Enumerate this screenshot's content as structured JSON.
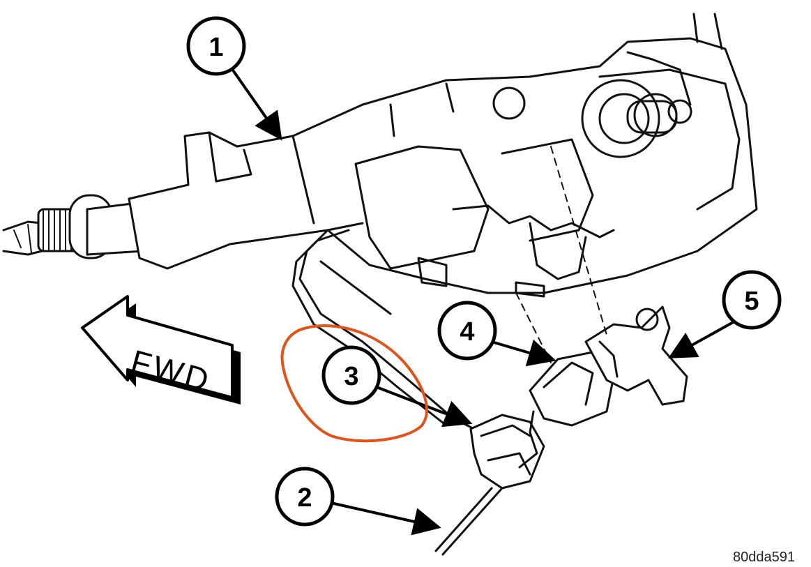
{
  "callouts": [
    {
      "label": "1"
    },
    {
      "label": "2"
    },
    {
      "label": "3"
    },
    {
      "label": "4"
    },
    {
      "label": "5"
    }
  ],
  "direction_label": "FWD",
  "figure_reference": "80dda591",
  "highlight_color": "#e0531a"
}
